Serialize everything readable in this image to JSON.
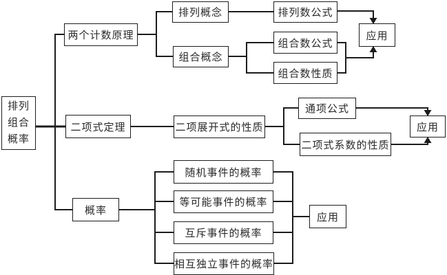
{
  "diagram_title": "排列组合概率",
  "nodes": {
    "root": "排列组合概率",
    "counting_principles": "两个计数原理",
    "permutation_concept": "排列概念",
    "permutation_formula": "排列数公式",
    "combination_concept": "组合概念",
    "combination_formula": "组合数公式",
    "combination_property": "组合数性质",
    "application_top": "应用",
    "binomial_theorem": "二项式定理",
    "binomial_expansion_properties": "二项展开式的性质",
    "general_term_formula": "通项公式",
    "binomial_coefficient_properties": "二项式系数的性质",
    "application_middle": "应用",
    "probability": "概率",
    "random_event_probability": "随机事件的概率",
    "equally_likely_event_probability": "等可能事件的概率",
    "mutually_exclusive_event_probability": "互斥事件的概率",
    "independent_event_probability": "相互独立事件的概率",
    "application_bottom": "应用"
  },
  "colors": {
    "background": "#ffffff",
    "line": "#1c1c1c",
    "text": "#2a2a2a"
  }
}
